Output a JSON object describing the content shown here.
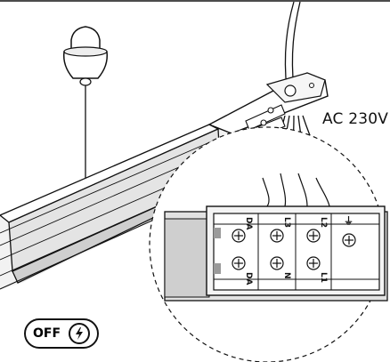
{
  "supply": {
    "label": "AC 230V"
  },
  "power_state": {
    "label": "OFF",
    "icon": "lightning-bolt-icon"
  },
  "terminal_block": {
    "top_labels": [
      "DA",
      "L3",
      "L2",
      "⏚"
    ],
    "bottom_labels": [
      "DA",
      "N",
      "L1",
      ""
    ]
  },
  "colors": {
    "line": "#111111",
    "fill": "#ffffff",
    "shade": "#d9d9d9",
    "dark_shade": "#9a9a9a"
  }
}
